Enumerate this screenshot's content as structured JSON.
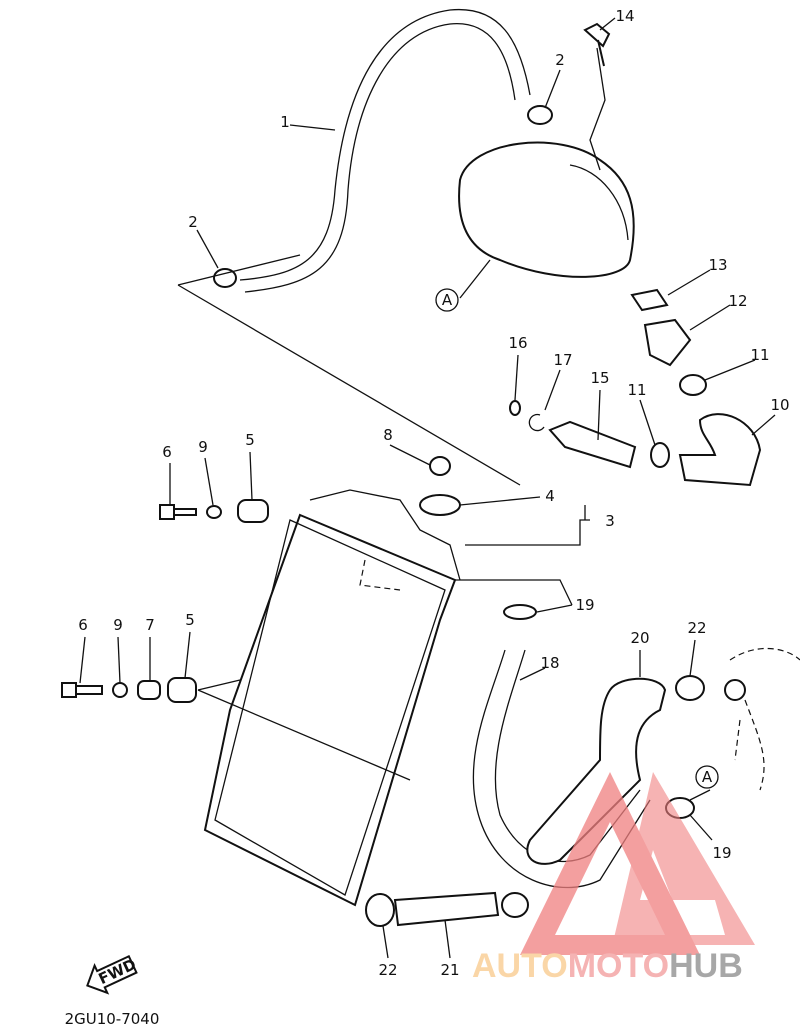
{
  "diagram": {
    "callouts": [
      {
        "id": "c1",
        "text": "1"
      },
      {
        "id": "c2a",
        "text": "2"
      },
      {
        "id": "c14",
        "text": "14"
      },
      {
        "id": "c2b",
        "text": "2"
      },
      {
        "id": "c13",
        "text": "13"
      },
      {
        "id": "c12",
        "text": "12"
      },
      {
        "id": "c16",
        "text": "16"
      },
      {
        "id": "c17",
        "text": "17"
      },
      {
        "id": "c15",
        "text": "15"
      },
      {
        "id": "c11a",
        "text": "11"
      },
      {
        "id": "c11b",
        "text": "11"
      },
      {
        "id": "c10",
        "text": "10"
      },
      {
        "id": "c8",
        "text": "8"
      },
      {
        "id": "c6a",
        "text": "6"
      },
      {
        "id": "c9a",
        "text": "9"
      },
      {
        "id": "c5a",
        "text": "5"
      },
      {
        "id": "c4",
        "text": "4"
      },
      {
        "id": "c3",
        "text": "3"
      },
      {
        "id": "c19a",
        "text": "19"
      },
      {
        "id": "c6b",
        "text": "6"
      },
      {
        "id": "c9b",
        "text": "9"
      },
      {
        "id": "c7",
        "text": "7"
      },
      {
        "id": "c5b",
        "text": "5"
      },
      {
        "id": "c20",
        "text": "20"
      },
      {
        "id": "c22a",
        "text": "22"
      },
      {
        "id": "c18",
        "text": "18"
      },
      {
        "id": "c19b",
        "text": "19"
      },
      {
        "id": "c22b",
        "text": "22"
      },
      {
        "id": "c21",
        "text": "21"
      }
    ],
    "ref_marks": [
      "A",
      "A"
    ],
    "fwd_label": "FWD",
    "part_number": "2GU10-7040"
  },
  "watermark": {
    "part1": "AUTO",
    "part2": "MOTO",
    "part3": "HUB",
    "colors": {
      "auto": "#f9c98a",
      "moto": "#f29a9a",
      "hub": "#8a8a8a",
      "triangle": "#f08080"
    }
  }
}
